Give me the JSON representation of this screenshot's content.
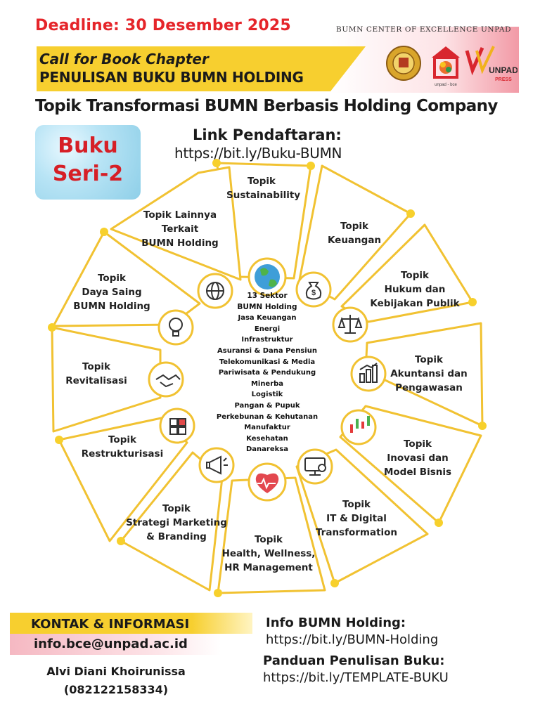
{
  "deadline": "Deadline: 30 Desember 2025",
  "center_banner": "BUMN CENTER OF EXCELLENCE UNPAD",
  "logos": {
    "bce_caption": "unpad - bce",
    "unpad": "UNPAD",
    "press": "PRESS"
  },
  "call": {
    "line1": "Call for Book Chapter",
    "line2": "PENULISAN BUKU  BUMN HOLDING"
  },
  "topic_title": "Topik Transformasi BUMN Berbasis Holding Company",
  "buku": {
    "line1": "Buku",
    "line2": "Seri-2"
  },
  "registration": {
    "label": "Link Pendaftaran:",
    "url": "https://bit.ly/Buku-BUMN"
  },
  "topics": {
    "sustainability": [
      "Topik",
      "Sustainability"
    ],
    "keuangan": [
      "Topik",
      "Keuangan"
    ],
    "hukum": [
      "Topik",
      "Hukum dan",
      "Kebijakan Publik"
    ],
    "akuntansi": [
      "Topik",
      "Akuntansi dan",
      "Pengawasan"
    ],
    "inovasi": [
      "Topik",
      "Inovasi dan",
      "Model Bisnis"
    ],
    "it": [
      "Topik",
      "IT & Digital",
      "Transformation"
    ],
    "health": [
      "Topik",
      "Health, Wellness,",
      "HR Management"
    ],
    "marketing": [
      "Topik",
      "Strategi Marketing",
      "& Branding"
    ],
    "restrukturisasi": [
      "Topik",
      "Restrukturisasi"
    ],
    "revitalisasi": [
      "Topik",
      "Revitalisasi"
    ],
    "dayasaing": [
      "Topik",
      "Daya Saing",
      "BUMN Holding"
    ],
    "lainnya": [
      "Topik Lainnya",
      "Terkait",
      "BUMN Holding"
    ]
  },
  "sectors": {
    "heading1": "13 Sektor",
    "heading2": "BUMN Holding",
    "items": [
      "Jasa Keuangan",
      "Energi",
      "Infrastruktur",
      "Asuransi & Dana Pensiun",
      "Telekomunikasi & Media",
      "Pariwisata & Pendukung",
      "Minerba",
      "Logistik",
      "Pangan & Pupuk",
      "Perkebunan & Kehutanan",
      "Manufaktur",
      "Kesehatan",
      "Danareksa"
    ]
  },
  "contact": {
    "title": "KONTAK & INFORMASI",
    "email": "info.bce@unpad.ac.id",
    "name": "Alvi Diani Khoirunissa",
    "phone": "(082122158334)"
  },
  "info": {
    "label": "Info BUMN Holding:",
    "url": "https://bit.ly/BUMN-Holding"
  },
  "panduan": {
    "label": "Panduan Penulisan Buku:",
    "url": "https://bit.ly/TEMPLATE-BUKU"
  },
  "colors": {
    "accent_yellow": "#f7cf2f",
    "ring_orange": "#e9a21f",
    "deadline_red": "#e5252a",
    "buku_red": "#d61f26"
  }
}
